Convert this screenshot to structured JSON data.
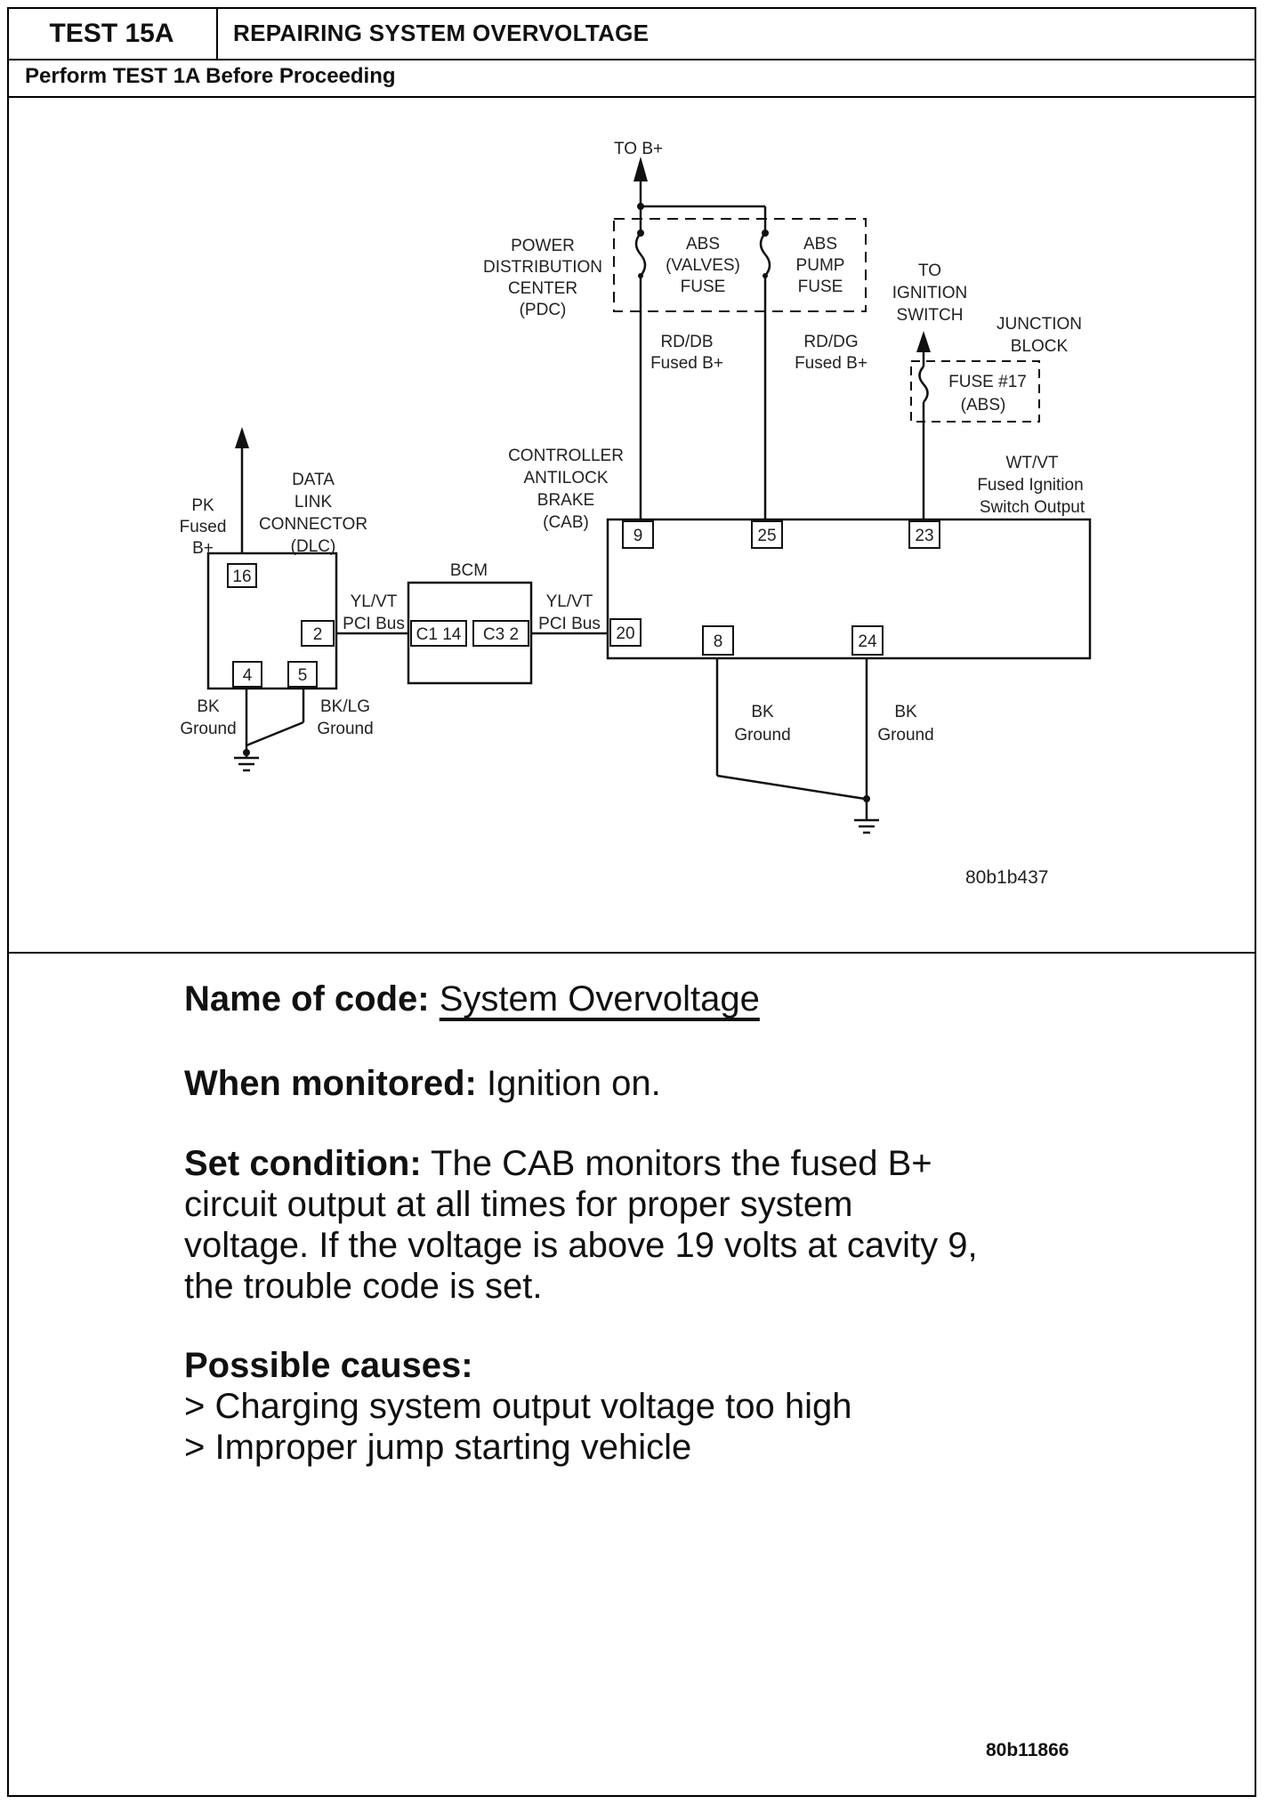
{
  "header": {
    "test_id": "TEST 15A",
    "title": "REPAIRING SYSTEM OVERVOLTAGE",
    "prerequisite": "Perform TEST 1A Before Proceeding"
  },
  "diagram": {
    "to_bplus": "TO B+",
    "pdc": [
      "POWER",
      "DISTRIBUTION",
      "CENTER",
      "(PDC)"
    ],
    "abs_valves_fuse": [
      "ABS",
      "(VALVES)",
      "FUSE"
    ],
    "abs_pump_fuse": [
      "ABS",
      "PUMP",
      "FUSE"
    ],
    "to_ignition_switch": [
      "TO",
      "IGNITION",
      "SWITCH"
    ],
    "junction_block": [
      "JUNCTION",
      "BLOCK"
    ],
    "fuse17": [
      "FUSE #17",
      "(ABS)"
    ],
    "wire_rd_db": [
      "RD/DB",
      "Fused B+"
    ],
    "wire_rd_dg": [
      "RD/DG",
      "Fused B+"
    ],
    "wire_wt_vt": [
      "WT/VT",
      "Fused Ignition",
      "Switch Output"
    ],
    "cab": [
      "CONTROLLER",
      "ANTILOCK",
      "BRAKE",
      "(CAB)"
    ],
    "dlc": [
      "DATA",
      "LINK",
      "CONNECTOR",
      "(DLC)"
    ],
    "wire_pk": [
      "PK",
      "Fused",
      "B+"
    ],
    "bcm": "BCM",
    "pci_left": [
      "YL/VT",
      "PCI Bus"
    ],
    "pci_right": [
      "YL/VT",
      "PCI Bus"
    ],
    "bcm_pin_c1": "C1 14",
    "bcm_pin_c3": "C3 2",
    "dlc_pins": {
      "p16": "16",
      "p2": "2",
      "p4": "4",
      "p5": "5"
    },
    "cab_pins": {
      "p9": "9",
      "p25": "25",
      "p23": "23",
      "p20": "20",
      "p8": "8",
      "p24": "24"
    },
    "ground_bk": [
      "BK",
      "Ground"
    ],
    "ground_bklg": [
      "BK/LG",
      "Ground"
    ],
    "ground_cab8": [
      "BK",
      "Ground"
    ],
    "ground_cab24": [
      "BK",
      "Ground"
    ],
    "figure_ref": "80b1b437"
  },
  "body": {
    "name_label": "Name of code:",
    "name_value": "System Overvoltage",
    "monitored_label": "When monitored:",
    "monitored_value": "Ignition on.",
    "set_label": "Set condition:",
    "set_lines": [
      "The CAB monitors the fused B+",
      "circuit output at all times for proper system",
      "voltage. If the voltage is above 19 volts at cavity 9,",
      "the trouble code is set."
    ],
    "causes_label": "Possible causes:",
    "causes": [
      "> Charging system output voltage too high",
      "> Improper jump starting vehicle"
    ]
  },
  "footer": {
    "page_ref": "80b11866"
  }
}
